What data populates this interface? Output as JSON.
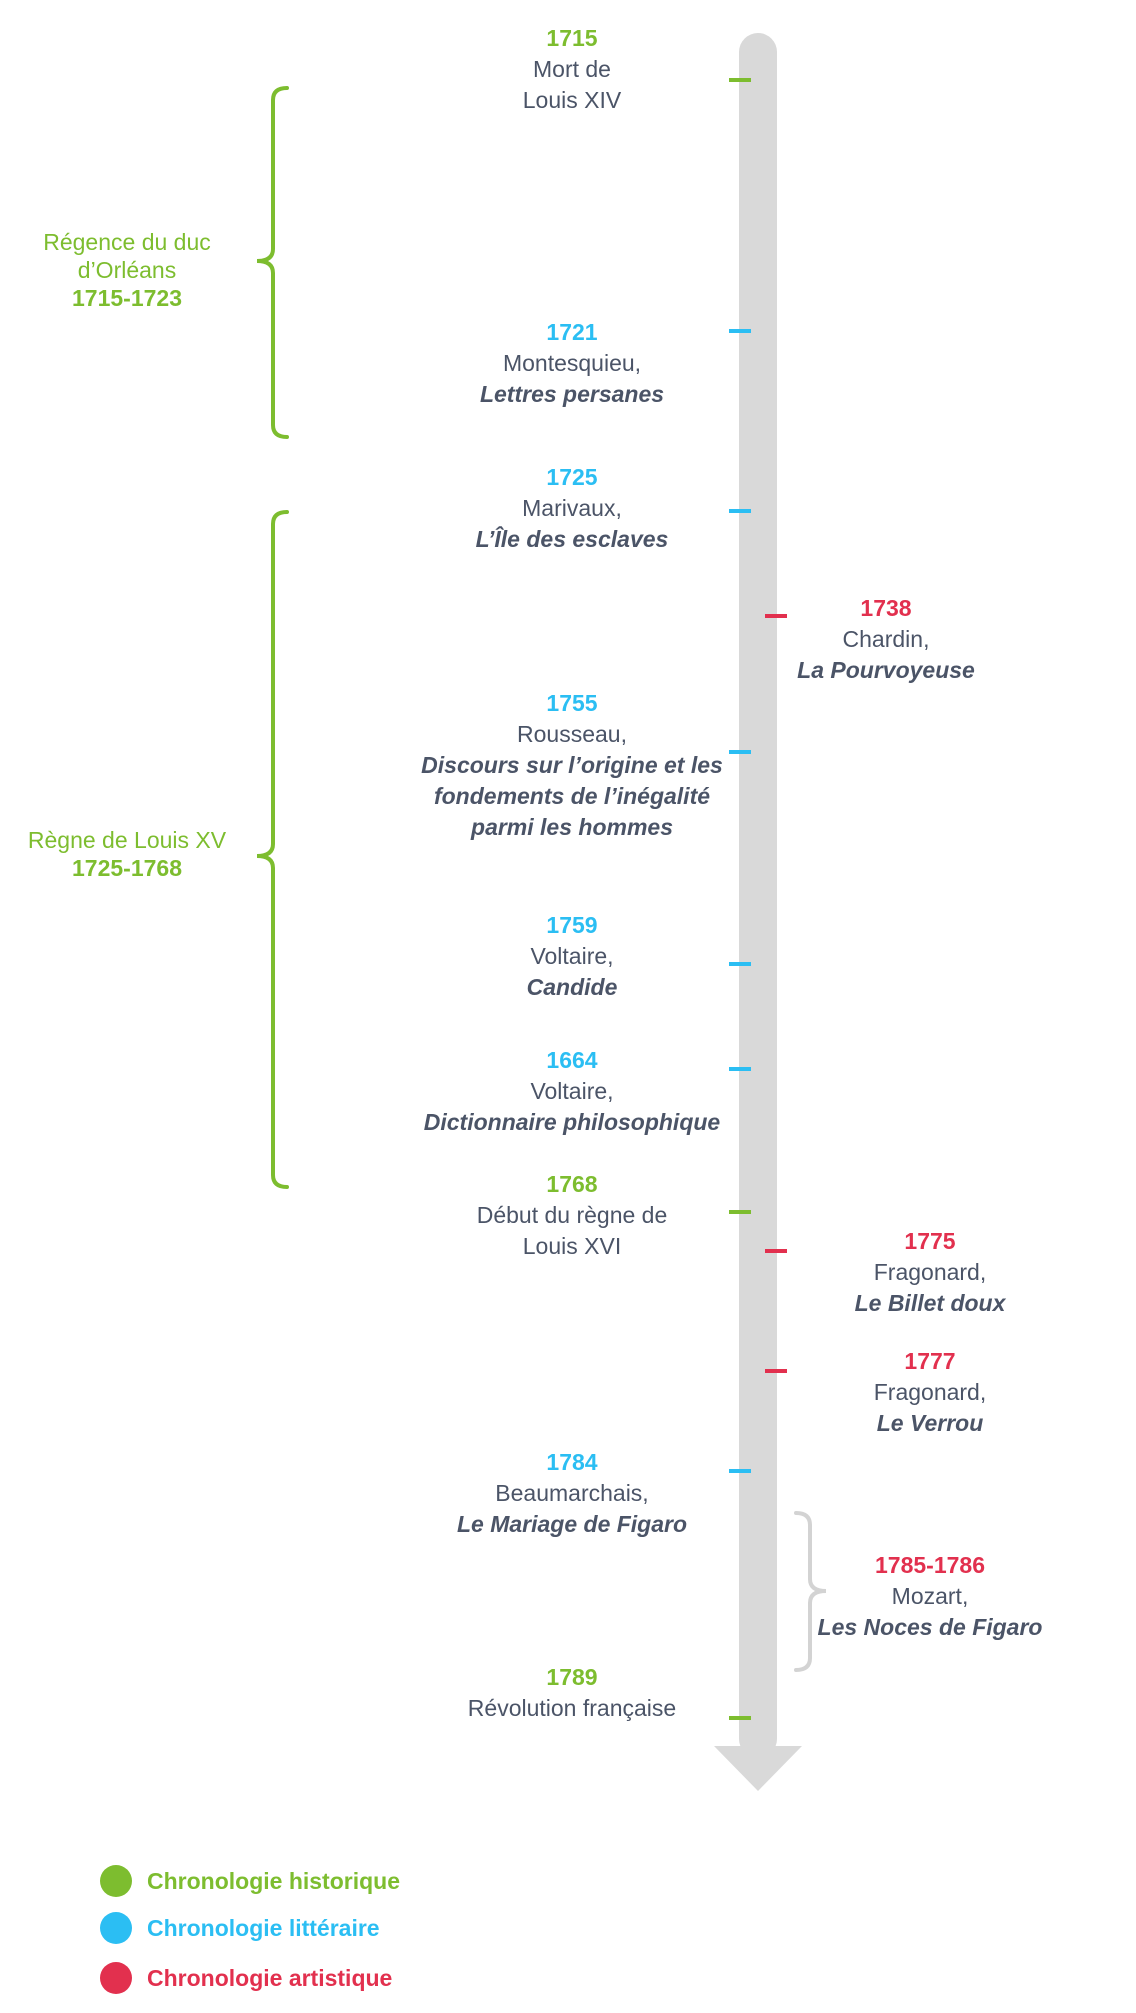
{
  "colors": {
    "historique": "#7dbd2f",
    "litteraire": "#2bbef3",
    "artistique": "#e2304e",
    "axis": "#d9d9d9",
    "text": "#4b5467",
    "bracket_neutral": "#d3d3d3"
  },
  "events": [
    {
      "id": "e1715",
      "category": "historique",
      "year": "1715",
      "line1": "Mort de",
      "line2": "Louis XIV",
      "line2_italic": false
    },
    {
      "id": "e1721",
      "category": "litteraire",
      "year": "1721",
      "line1": "Montesquieu,",
      "line2": "Lettres persanes",
      "line2_italic": true
    },
    {
      "id": "e1725",
      "category": "litteraire",
      "year": "1725",
      "line1": "Marivaux,",
      "line2": "L’Île des esclaves",
      "line2_italic": true
    },
    {
      "id": "e1738",
      "category": "artistique",
      "year": "1738",
      "line1": "Chardin,",
      "line2": "La Pourvoyeuse",
      "line2_italic": true
    },
    {
      "id": "e1755",
      "category": "litteraire",
      "year": "1755",
      "line1": "Rousseau,",
      "line2": "Discours sur l’origine et les",
      "line3": "fondements de l’inégalité",
      "line4": "parmi les hommes",
      "line2_italic": true
    },
    {
      "id": "e1759",
      "category": "litteraire",
      "year": "1759",
      "line1": "Voltaire,",
      "line2": "Candide",
      "line2_italic": true
    },
    {
      "id": "e1664",
      "category": "litteraire",
      "year": "1664",
      "line1": "Voltaire,",
      "line2": "Dictionnaire philosophique",
      "line2_italic": true
    },
    {
      "id": "e1768",
      "category": "historique",
      "year": "1768",
      "line1": "Début du règne de",
      "line2": "Louis XVI",
      "line2_italic": false
    },
    {
      "id": "e1775",
      "category": "artistique",
      "year": "1775",
      "line1": "Fragonard,",
      "line2": "Le Billet doux",
      "line2_italic": true
    },
    {
      "id": "e1777",
      "category": "artistique",
      "year": "1777",
      "line1": "Fragonard,",
      "line2": "Le Verrou",
      "line2_italic": true
    },
    {
      "id": "e1784",
      "category": "litteraire",
      "year": "1784",
      "line1": "Beaumarchais,",
      "line2": "Le Mariage de Figaro",
      "line2_italic": true
    },
    {
      "id": "e1785",
      "category": "artistique",
      "year": "1785-1786",
      "line1": "Mozart,",
      "line2": "Les Noces de Figaro",
      "line2_italic": true
    },
    {
      "id": "e1789",
      "category": "historique",
      "year": "1789",
      "line1": "Révolution française",
      "line2_italic": false
    }
  ],
  "periods": [
    {
      "id": "regence",
      "line1": "Régence du duc",
      "line2": "d’Orléans",
      "dates": "1715-1723"
    },
    {
      "id": "louisxv",
      "line1": "Règne de Louis XV",
      "dates": "1725-1768"
    }
  ],
  "legend": [
    {
      "category": "historique",
      "label": "Chronologie historique"
    },
    {
      "category": "litteraire",
      "label": "Chronologie littéraire"
    },
    {
      "category": "artistique",
      "label": "Chronologie artistique"
    }
  ]
}
